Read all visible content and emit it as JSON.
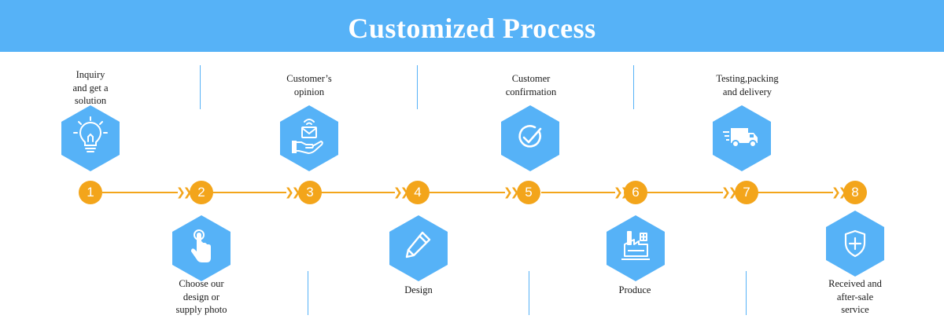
{
  "title": "Customized  Process",
  "colors": {
    "banner": "#56b2f7",
    "hexagon": "#56b2f7",
    "timeline": "#f3a51b",
    "text": "#1a1a1a"
  },
  "steps": [
    {
      "number": "1",
      "label": [
        "Inquiry",
        "and get a",
        "solution"
      ],
      "icon": "lightbulb-icon"
    },
    {
      "number": "2",
      "label": [
        "Choose our",
        "design or",
        "supply photo"
      ],
      "icon": "touch-hand-icon"
    },
    {
      "number": "3",
      "label": [
        "Customer’s",
        "opinion"
      ],
      "icon": "mail-hand-icon"
    },
    {
      "number": "4",
      "label": [
        "Design"
      ],
      "icon": "pencil-icon"
    },
    {
      "number": "5",
      "label": [
        "Customer",
        "confirmation"
      ],
      "icon": "check-circle-icon"
    },
    {
      "number": "6",
      "label": [
        "Produce"
      ],
      "icon": "factory-icon"
    },
    {
      "number": "7",
      "label": [
        "Testing,packing",
        "and delivery"
      ],
      "icon": "delivery-truck-icon"
    },
    {
      "number": "8",
      "label": [
        "Received and",
        "after-sale",
        "service"
      ],
      "icon": "shield-plus-icon"
    }
  ]
}
